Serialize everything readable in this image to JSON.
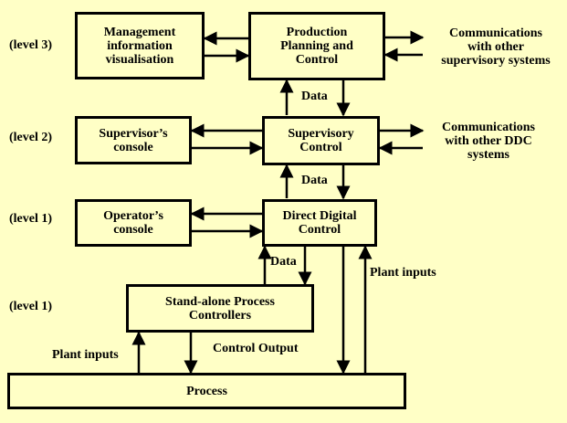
{
  "levels": {
    "level3": "(level 3)",
    "level2": "(level 2)",
    "level1a": "(level 1)",
    "level1b": "(level 1)"
  },
  "boxes": {
    "management": "Management\ninformation\nvisualisation",
    "production": "Production\nPlanning and\nControl",
    "supervisor_console": "Supervisor’s\nconsole",
    "supervisory": "Supervisory\nControl",
    "operator_console": "Operator’s\nconsole",
    "ddc": "Direct Digital\nControl",
    "standalone": "Stand-alone Process\nControllers",
    "process": "Process"
  },
  "labels": {
    "comm_supervisory": "Communications\nwith other\nsupervisory systems",
    "comm_ddc": "Communications\nwith other DDC\nsystems",
    "data_1": "Data",
    "data_2": "Data",
    "data_3": "Data",
    "plant_inputs_right": "Plant inputs",
    "plant_inputs_left": "Plant inputs",
    "control_output": "Control Output"
  }
}
